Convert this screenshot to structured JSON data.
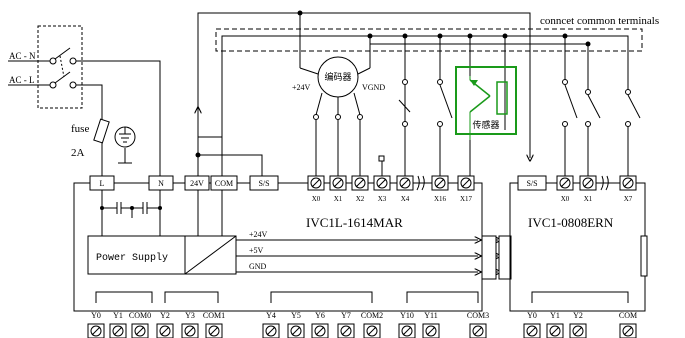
{
  "power": {
    "ac_n": "AC - N",
    "ac_l": "AC - L",
    "fuse_label": "fuse",
    "fuse_rating": "2A"
  },
  "common_label": "conncet common terminals",
  "encoder": {
    "label": "编码器",
    "plus24v": "+24V",
    "vgnd": "VGND"
  },
  "sensor": {
    "label": "传感器",
    "color": "#1a9a1a"
  },
  "main_unit": {
    "model": "IVC1L-1614MAR",
    "top_terminals": [
      "L",
      "N",
      "24V",
      "COM",
      "S/S"
    ],
    "input_labels": [
      "X0",
      "X1",
      "X2",
      "X3",
      "X4",
      "X16",
      "X17"
    ],
    "power_supply": "Power Supply",
    "rails": [
      "+24V",
      "+5V",
      "GND"
    ],
    "outputs": {
      "g1": [
        "Y0",
        "Y1",
        "COM0"
      ],
      "g2": [
        "Y2",
        "Y3",
        "COM1"
      ],
      "g3": [
        "Y4",
        "Y5",
        "Y6",
        "Y7",
        "COM2"
      ],
      "g4": [
        "Y10",
        "Y11",
        "COM3"
      ]
    }
  },
  "ext_unit": {
    "model": "IVC1-0808ERN",
    "ss_label": "S/S",
    "input_labels": [
      "X0",
      "X1",
      "X7"
    ],
    "outputs": [
      "Y0",
      "Y1",
      "Y2",
      "COM"
    ]
  }
}
